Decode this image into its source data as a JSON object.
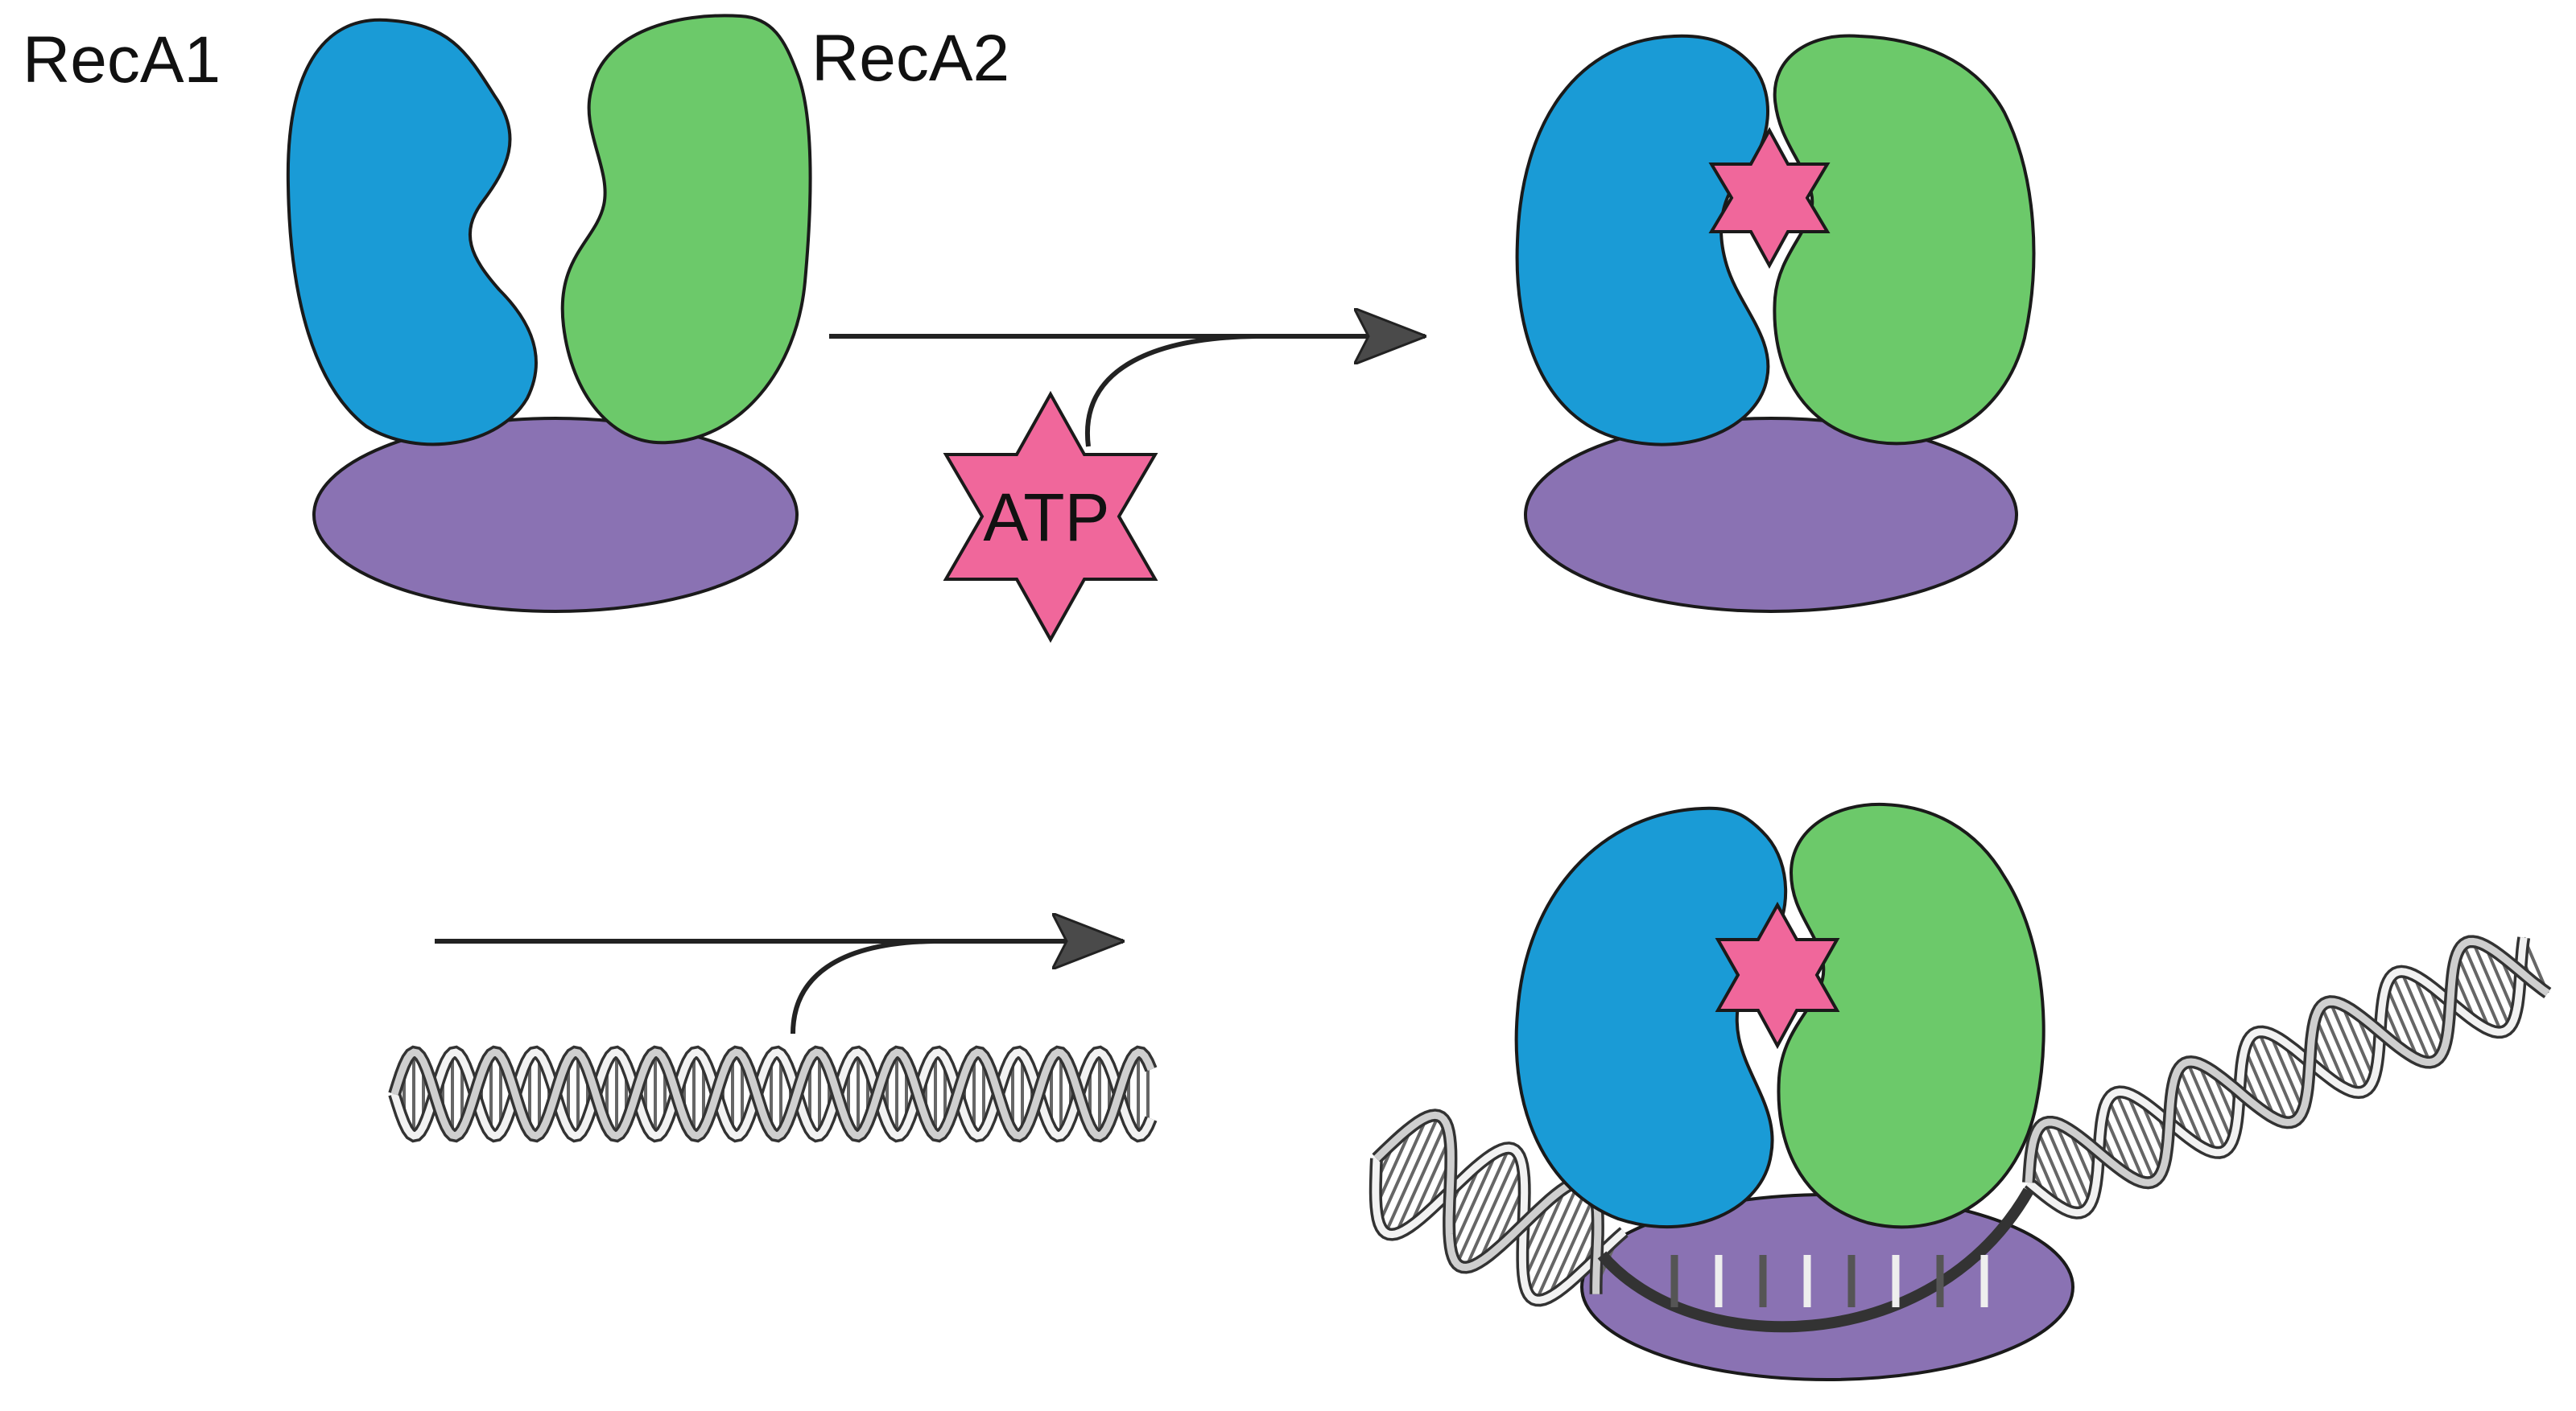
{
  "labels": {
    "recA1": "RecA1",
    "recA2": "RecA2",
    "atp": "ATP"
  },
  "colors": {
    "recA1": "#1a9bd6",
    "recA2": "#6cc96a",
    "base": "#8a72b3",
    "atp": "#f0679b",
    "outline": "#1a1a1a",
    "arrow": "#222222",
    "dna_light": "#eeeeee",
    "dna_dark": "#555555"
  }
}
